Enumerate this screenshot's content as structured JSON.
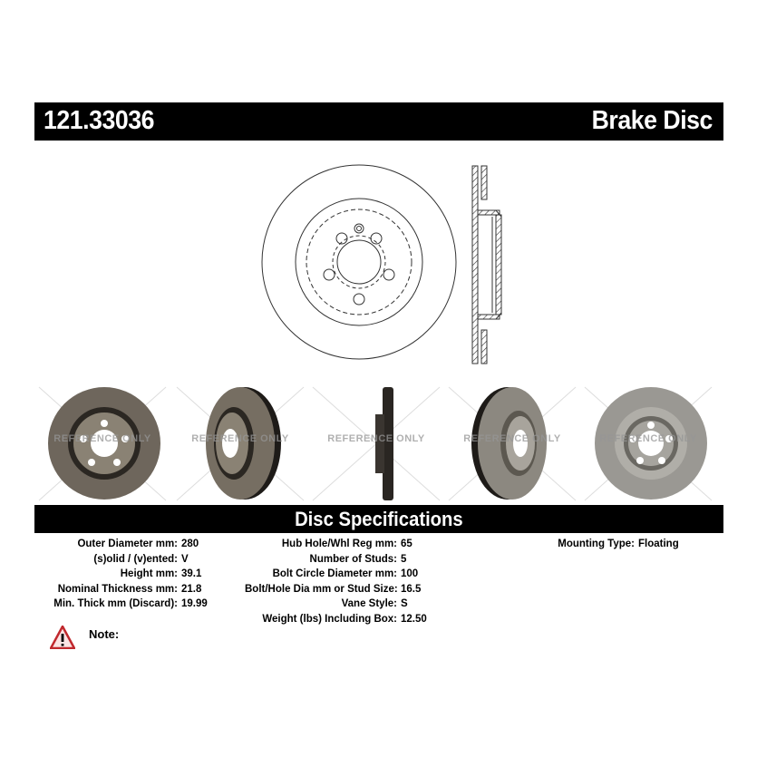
{
  "header": {
    "part_number": "121.33036",
    "product_type": "Brake Disc"
  },
  "drawing": {
    "front_view_icon": "brake-disc-front-drawing",
    "side_view_icon": "brake-disc-cross-section-drawing"
  },
  "photos": {
    "watermark": "REFERENCE ONLY",
    "views": [
      {
        "name": "front",
        "tone": "dark"
      },
      {
        "name": "angle-left",
        "tone": "dark"
      },
      {
        "name": "edge",
        "tone": "dark"
      },
      {
        "name": "angle-right",
        "tone": "light"
      },
      {
        "name": "back",
        "tone": "light"
      }
    ]
  },
  "specs": {
    "title": "Disc Specifications",
    "column1": [
      {
        "label": "Outer Diameter mm:",
        "value": "280"
      },
      {
        "label": "(s)olid / (v)ented:",
        "value": "V"
      },
      {
        "label": "Height mm:",
        "value": "39.1"
      },
      {
        "label": "Nominal Thickness mm:",
        "value": "21.8"
      },
      {
        "label": "Min. Thick mm (Discard):",
        "value": "19.99"
      }
    ],
    "column2": [
      {
        "label": "Hub Hole/Whl Reg mm:",
        "value": "65"
      },
      {
        "label": "Number of Studs:",
        "value": "5"
      },
      {
        "label": "Bolt Circle Diameter mm:",
        "value": "100"
      },
      {
        "label": "Bolt/Hole Dia mm or Stud Size:",
        "value": "16.5"
      },
      {
        "label": "Vane Style:",
        "value": "S"
      },
      {
        "label": "Weight (lbs) Including Box:",
        "value": "12.50"
      }
    ],
    "column3": [
      {
        "label": "Mounting Type:",
        "value": "Floating"
      }
    ]
  },
  "note": {
    "label": "Note:",
    "icon": "warning-triangle-icon",
    "icon_color": "#c0282d"
  }
}
